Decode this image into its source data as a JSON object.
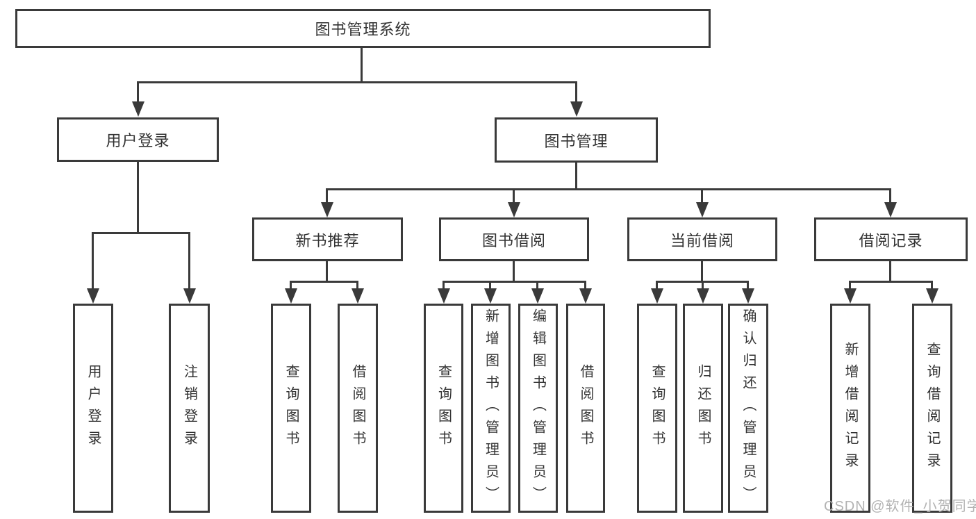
{
  "diagram_title": "图书管理系统",
  "tree": {
    "root": {
      "label": "图书管理系统"
    },
    "level2": [
      {
        "label": "用户登录"
      },
      {
        "label": "图书管理"
      }
    ],
    "level3": [
      {
        "label": "新书推荐"
      },
      {
        "label": "图书借阅"
      },
      {
        "label": "当前借阅"
      },
      {
        "label": "借阅记录"
      }
    ],
    "leaves": {
      "user_login": [
        "用户登录",
        "注销登录"
      ],
      "new_book_recommend": [
        "查询图书",
        "借阅图书"
      ],
      "book_borrow": [
        "查询图书",
        "新增图书（管理员）",
        "编辑图书（管理员）",
        "借阅图书"
      ],
      "current_borrow": [
        "查询图书",
        "归还图书",
        "确认归还（管理员）"
      ],
      "borrow_records": [
        "新增借阅记录",
        "查询借阅记录"
      ]
    }
  },
  "watermark": "CSDN @软件_小贺同学",
  "colors": {
    "line": "#3a3a3a",
    "text": "#333333",
    "background": "#ffffff",
    "watermark": "#b3b3b3"
  }
}
